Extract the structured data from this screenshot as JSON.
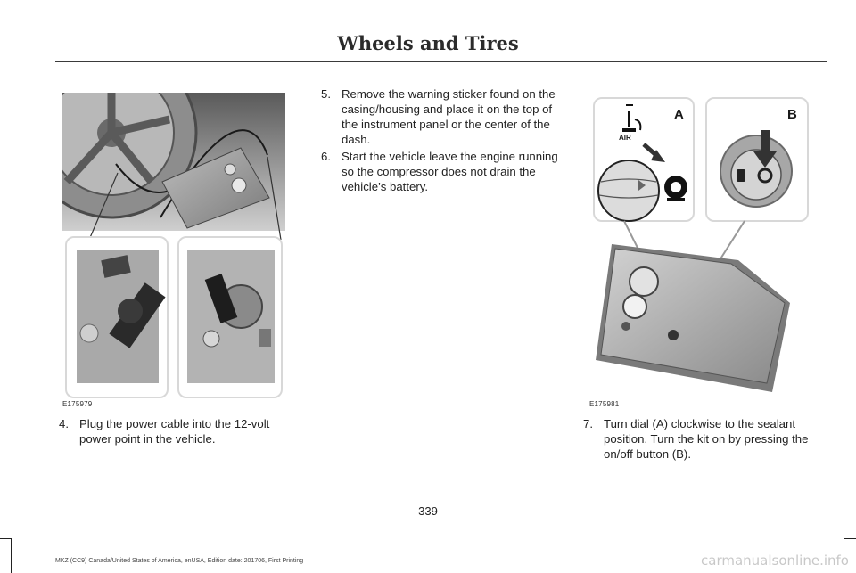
{
  "header": {
    "title": "Wheels and Tires"
  },
  "figures": [
    {
      "code": "E175979"
    },
    {
      "code": "E175981",
      "label_a": "A",
      "label_b": "B",
      "air_label": "AIR"
    }
  ],
  "steps": [
    {
      "num": "4.",
      "text": "Plug the power cable into the 12-volt power point in the vehicle."
    },
    {
      "num": "5.",
      "text": "Remove the warning sticker found on the casing/housing and place it on the top of the instrument panel or the center of the dash."
    },
    {
      "num": "6.",
      "text": "Start the vehicle leave the engine running so the compressor does not drain the vehicle’s battery."
    },
    {
      "num": "7.",
      "text": "Turn dial (A) clockwise to the sealant position. Turn the kit on by pressing the on/off button (B)."
    }
  ],
  "page_number": "339",
  "footer": {
    "text": "MKZ (CC9) Canada/United States of America, enUSA, Edition date: 201706, First Printing"
  },
  "watermark": "carmanualsonline.info",
  "colors": {
    "rule": "#3a3a3a",
    "illustration_gray": "#9a9a9a",
    "panel_border": "#d8d8d8"
  }
}
